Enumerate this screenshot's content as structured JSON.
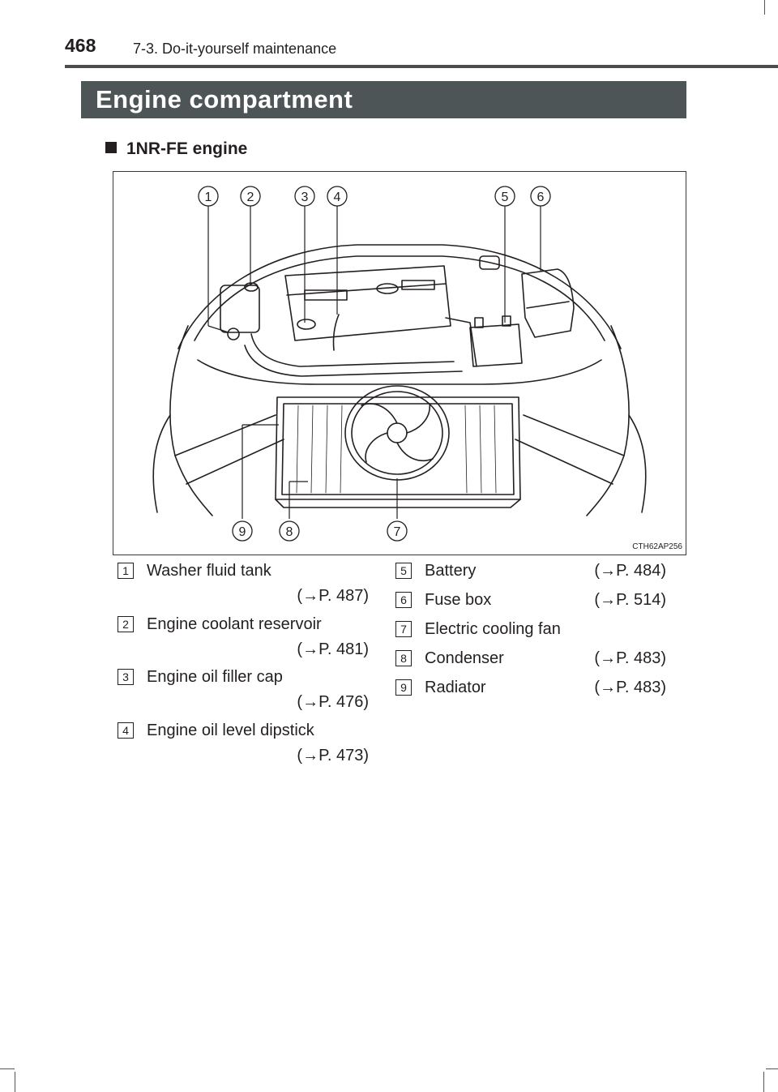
{
  "header": {
    "page_number": "468",
    "section": "7-3. Do-it-yourself maintenance"
  },
  "banner": {
    "title": "Engine compartment"
  },
  "sub_heading": "1NR-FE engine",
  "figure": {
    "code": "CTH62AP256",
    "callouts_top": [
      "1",
      "2",
      "3",
      "4",
      "5",
      "6"
    ],
    "callouts_bottom": [
      "9",
      "8",
      "7"
    ]
  },
  "legend": {
    "left": [
      {
        "num": "1",
        "label": "Washer fluid tank",
        "ref": "(→P. 487)"
      },
      {
        "num": "2",
        "label": "Engine coolant reservoir",
        "ref": "(→P. 481)"
      },
      {
        "num": "3",
        "label": "Engine oil filler cap",
        "ref": "(→P. 476)"
      },
      {
        "num": "4",
        "label": "Engine oil level dipstick",
        "ref": "(→P. 473)"
      }
    ],
    "right": [
      {
        "num": "5",
        "label": "Battery",
        "ref": "(→P. 484)"
      },
      {
        "num": "6",
        "label": "Fuse box",
        "ref": "(→P. 514)"
      },
      {
        "num": "7",
        "label": "Electric cooling fan",
        "ref": ""
      },
      {
        "num": "8",
        "label": "Condenser",
        "ref": "(→P. 483)"
      },
      {
        "num": "9",
        "label": "Radiator",
        "ref": "(→P. 483)"
      }
    ]
  }
}
